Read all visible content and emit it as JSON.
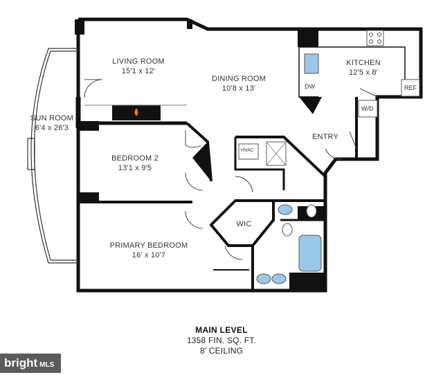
{
  "rooms": {
    "living": {
      "name": "LIVING ROOM",
      "size": "15'1 x 12'"
    },
    "dining": {
      "name": "DINING ROOM",
      "size": "10'8 x 13'"
    },
    "kitchen": {
      "name": "KITCHEN",
      "size": "12'5 x 8'"
    },
    "sunroom": {
      "name": "SUN ROOM",
      "size": "6'4 x 26'3"
    },
    "bedroom2": {
      "name": "BEDROOM 2",
      "size": "13'1 x 9'5"
    },
    "primary": {
      "name": "PRIMARY BEDROOM",
      "size": "16' x 10'7"
    },
    "wic": {
      "name": "WIC"
    },
    "entry": {
      "name": "ENTRY"
    }
  },
  "fixtures": {
    "dw": "DW",
    "ref": "REF",
    "wd": "W/D",
    "hvac": "HVAC"
  },
  "footer": {
    "title": "MAIN LEVEL",
    "area": "1358 FIN. SQ. FT.",
    "ceiling": "8' CEILING"
  },
  "logo": {
    "name": "bright",
    "suffix": "MLS"
  },
  "colors": {
    "wall": "#111111",
    "fixture_blue": "#9cc8e8",
    "fire": "#e8731c"
  }
}
